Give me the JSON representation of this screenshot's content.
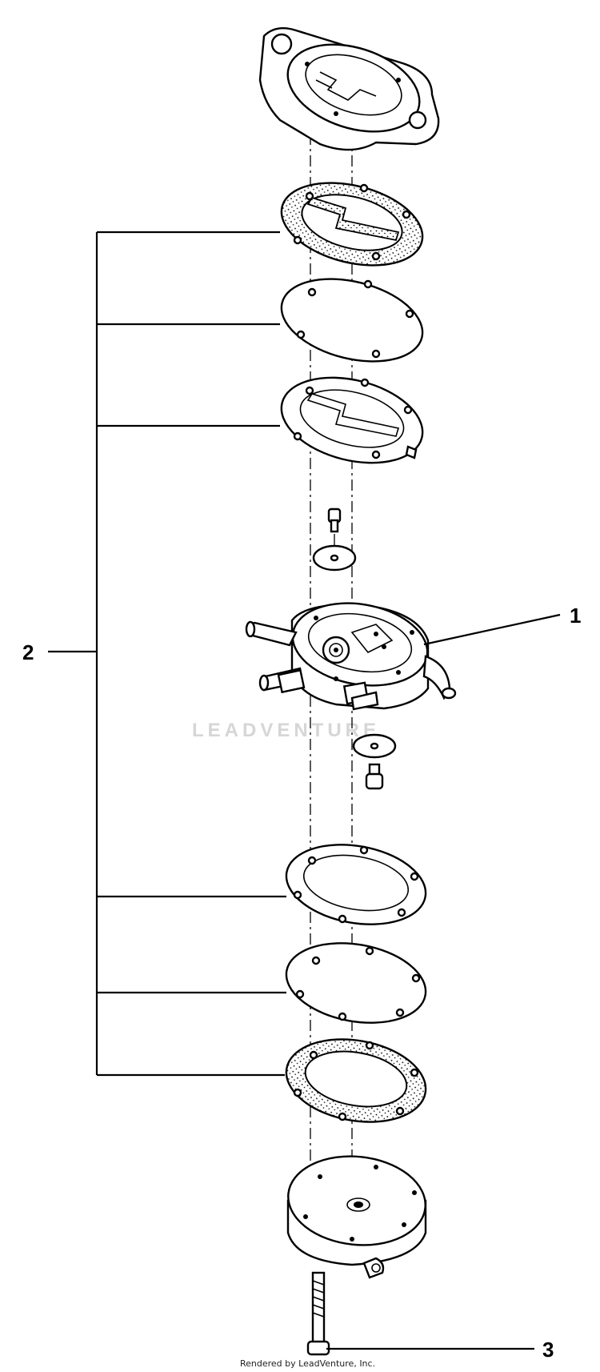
{
  "callouts": [
    {
      "id": "1",
      "label": "1"
    },
    {
      "id": "2",
      "label": "2"
    },
    {
      "id": "3",
      "label": "3"
    }
  ],
  "watermark": "LEADVENTURE",
  "footer": "Rendered by LeadVenture, Inc."
}
